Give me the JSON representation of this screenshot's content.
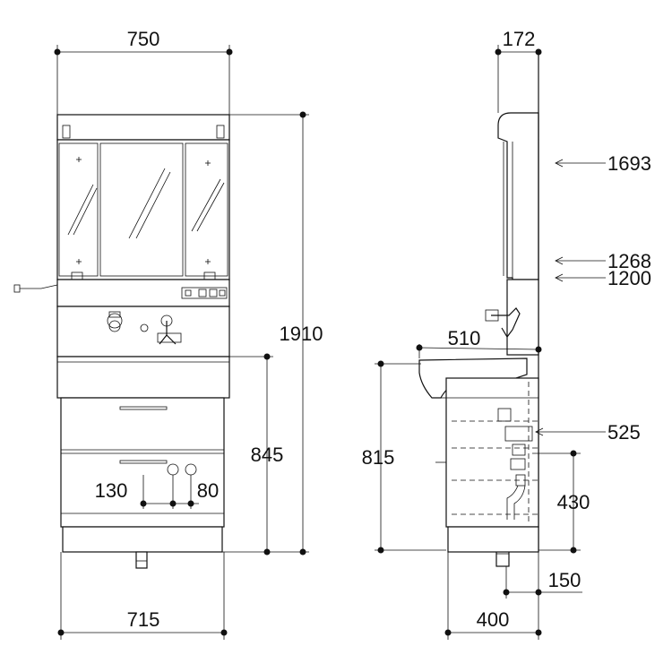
{
  "front_view": {
    "width_top": "750",
    "width_bottom": "715",
    "height_total": "1910",
    "height_counter": "845",
    "faucet_offset": "130",
    "valve_spacing": "80"
  },
  "side_view": {
    "depth_mirror": "172",
    "height_cabinet_top": "1693",
    "height_cabinet_bottom": "1268",
    "height_light": "1200",
    "sink_depth": "510",
    "height_basin": "815",
    "height_drain": "525",
    "height_trap": "430",
    "depth_cabinet": "400",
    "drain_offset": "150"
  },
  "colors": {
    "line": "#111111",
    "background": "#ffffff"
  }
}
